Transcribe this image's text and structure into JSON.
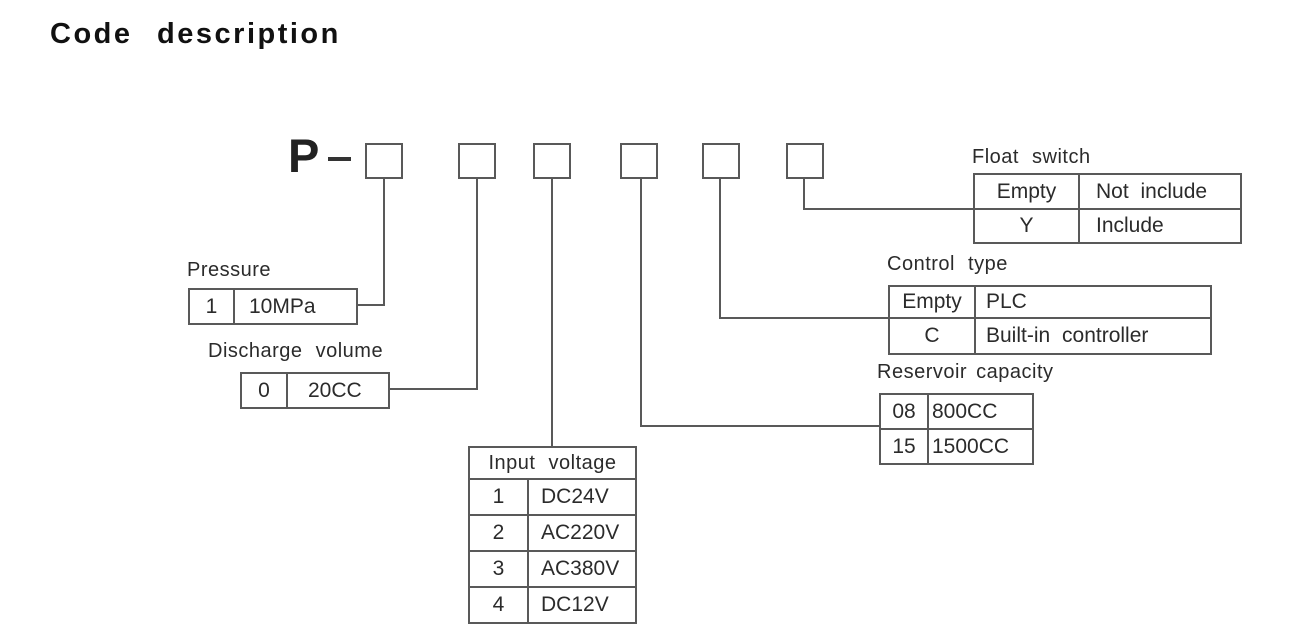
{
  "title": "Code description",
  "code": {
    "prefix": "P",
    "separator": "-",
    "positions": 6
  },
  "groups": {
    "pressure": {
      "label": "Pressure",
      "rows": [
        {
          "code": "1",
          "value": "10MPa"
        }
      ]
    },
    "discharge_volume": {
      "label": "Discharge volume",
      "rows": [
        {
          "code": "0",
          "value": "20CC"
        }
      ]
    },
    "input_voltage": {
      "label": "Input voltage",
      "rows": [
        {
          "code": "1",
          "value": "DC24V"
        },
        {
          "code": "2",
          "value": "AC220V"
        },
        {
          "code": "3",
          "value": "AC380V"
        },
        {
          "code": "4",
          "value": "DC12V"
        }
      ]
    },
    "reservoir_capacity": {
      "label": "Reservoir capacity",
      "rows": [
        {
          "code": "08",
          "value": "800CC"
        },
        {
          "code": "15",
          "value": "1500CC"
        }
      ]
    },
    "control_type": {
      "label": "Control type",
      "rows": [
        {
          "code": "Empty",
          "value": "PLC"
        },
        {
          "code": "C",
          "value": "Built-in controller"
        }
      ]
    },
    "float_switch": {
      "label": "Float switch",
      "rows": [
        {
          "code": "Empty",
          "value": "Not include"
        },
        {
          "code": "Y",
          "value": "Include"
        }
      ]
    }
  },
  "colors": {
    "line": "#595959",
    "text": "#2b2b2b",
    "title": "#111111",
    "background": "#ffffff"
  }
}
